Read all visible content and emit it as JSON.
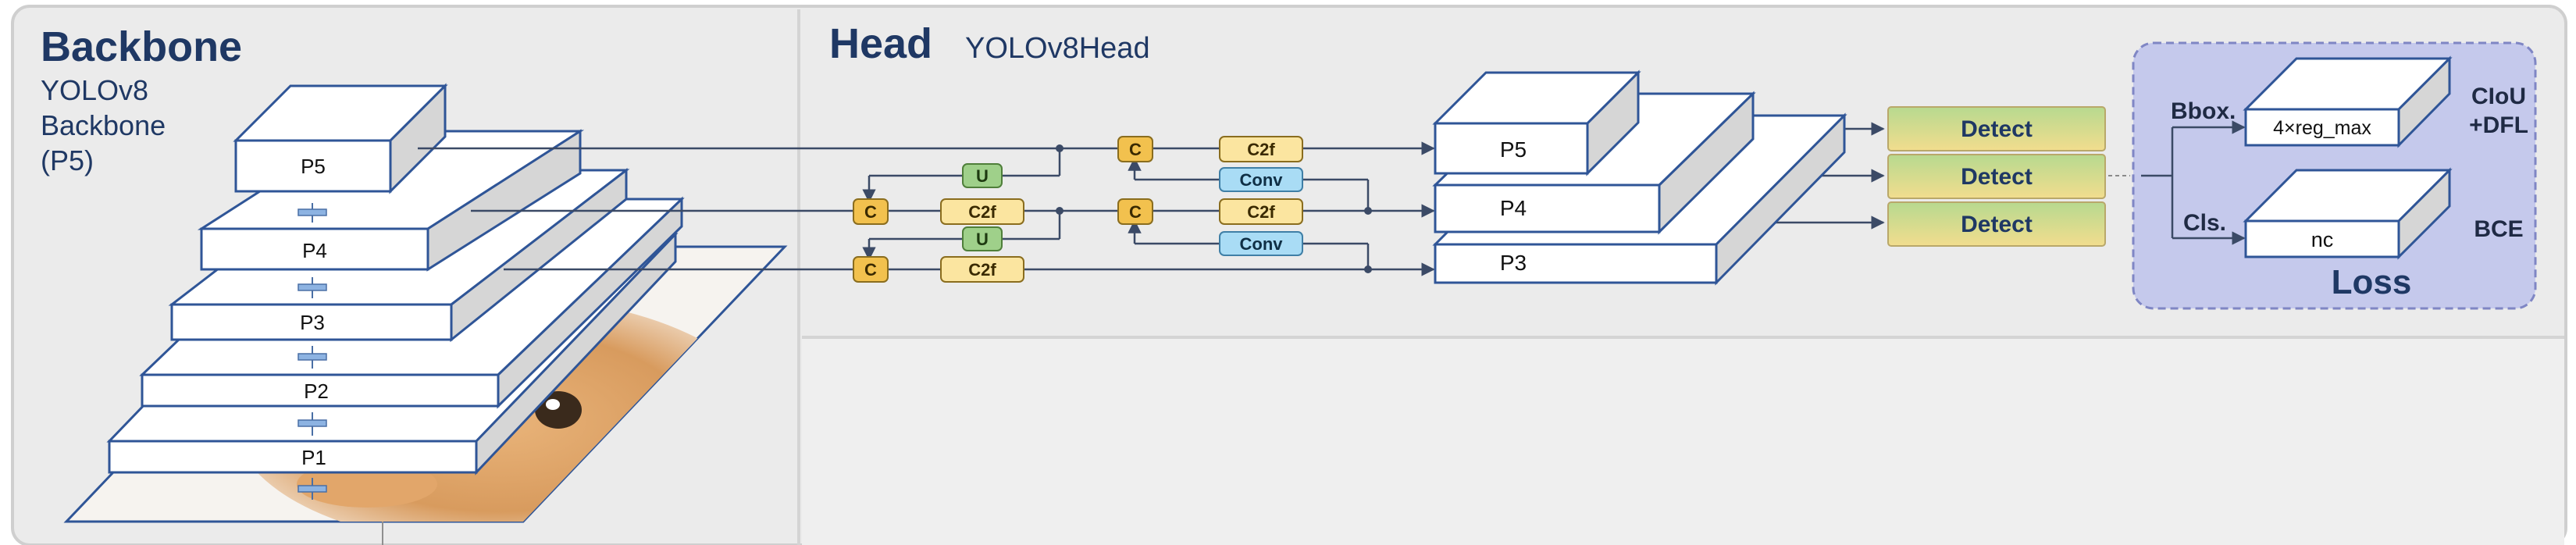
{
  "backbone": {
    "title": "Backbone",
    "subtitle_lines": [
      "YOLOv8",
      "Backbone",
      "(P5)"
    ],
    "layers": [
      "P5",
      "P4",
      "P3",
      "P2",
      "P1"
    ]
  },
  "head": {
    "title": "Head",
    "subtitle": "YOLOv8Head",
    "concat_label": "C",
    "c2f_label": "C2f",
    "upsample_label": "U",
    "conv_label": "Conv",
    "pyramid": [
      "P5",
      "P4",
      "P3"
    ],
    "detect_labels": [
      "Detect",
      "Detect",
      "Detect"
    ]
  },
  "loss": {
    "title": "Loss",
    "bbox_label": "Bbox.",
    "cls_label": "Cls.",
    "bbox_dim": "4×reg_max",
    "cls_dim": "nc",
    "bbox_loss_lines": [
      "CIoU",
      "+DFL"
    ],
    "cls_loss": "BCE"
  },
  "colors": {
    "panel_bg": "#ebebeb",
    "box_front": "#ffffff",
    "box_top": "#ffffff",
    "box_side": "#d6d6d6",
    "box_stroke": "#2f5597",
    "title": "#1f3864",
    "concat": "#f2c14e",
    "c2f": "#fbe5a0",
    "upsample": "#9fd08a",
    "conv": "#a9dcf5",
    "detect_top": "#b7d98f",
    "detect_bottom": "#f2dd8e",
    "loss_bg": "#c5c9ec",
    "loss_border": "#7f86c4"
  },
  "icons": [
    "cat-photo",
    "arrow-up-icon"
  ]
}
